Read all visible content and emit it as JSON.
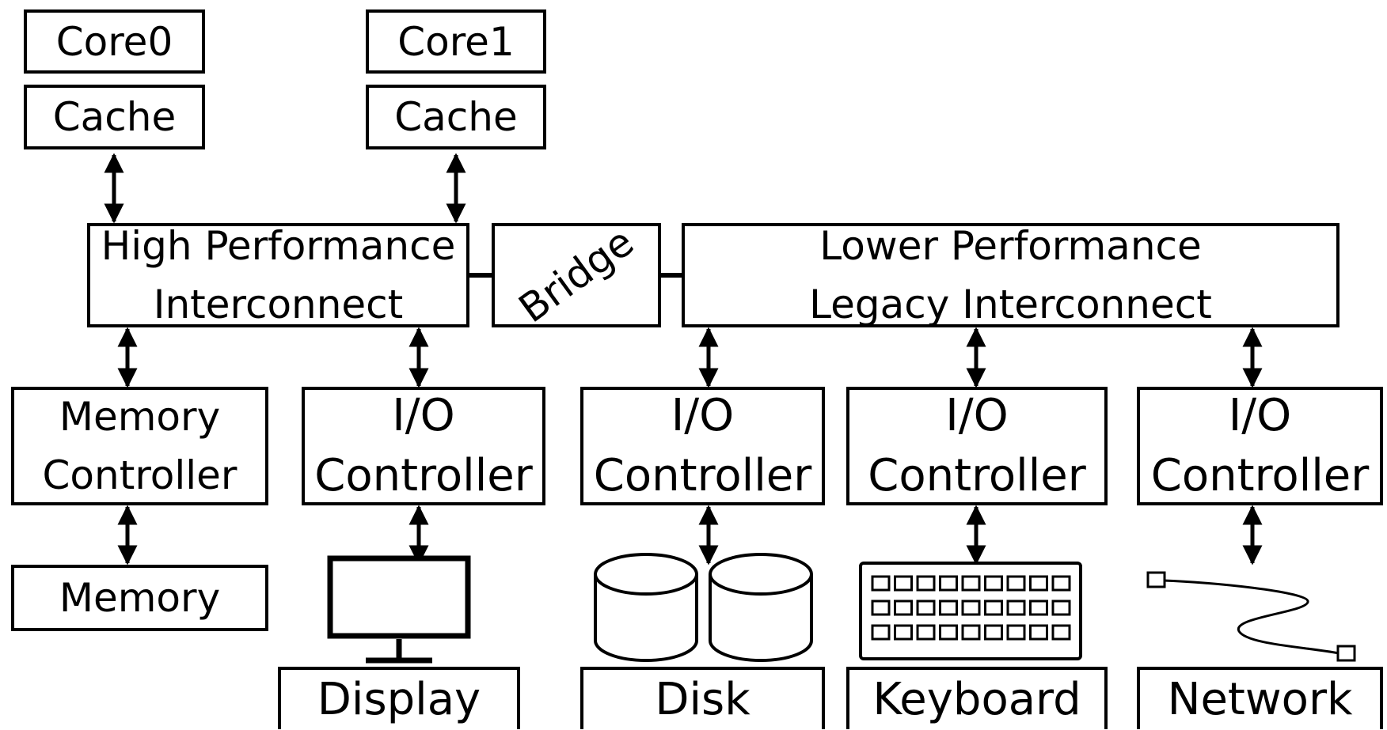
{
  "cores": [
    {
      "core": "Core0",
      "cache": "Cache"
    },
    {
      "core": "Core1",
      "cache": "Cache"
    }
  ],
  "interconnects": {
    "high": [
      "High Performance",
      "Interconnect"
    ],
    "bridge": "Bridge",
    "legacy": [
      "Lower Performance",
      "Legacy Interconnect"
    ]
  },
  "controllers": {
    "memory": [
      "Memory",
      "Controller"
    ],
    "io": [
      [
        "I/O",
        "Controller"
      ],
      [
        "I/O",
        "Controller"
      ],
      [
        "I/O",
        "Controller"
      ],
      [
        "I/O",
        "Controller"
      ]
    ]
  },
  "devices": {
    "memory": "Memory",
    "display": "Display",
    "disk": "Disk",
    "keyboard": "Keyboard",
    "network": "Network"
  },
  "icons": [
    "monitor-icon",
    "disk-icon",
    "keyboard-icon",
    "network-cable-icon"
  ],
  "colors": {
    "stroke": "#000000",
    "background": "#ffffff"
  }
}
